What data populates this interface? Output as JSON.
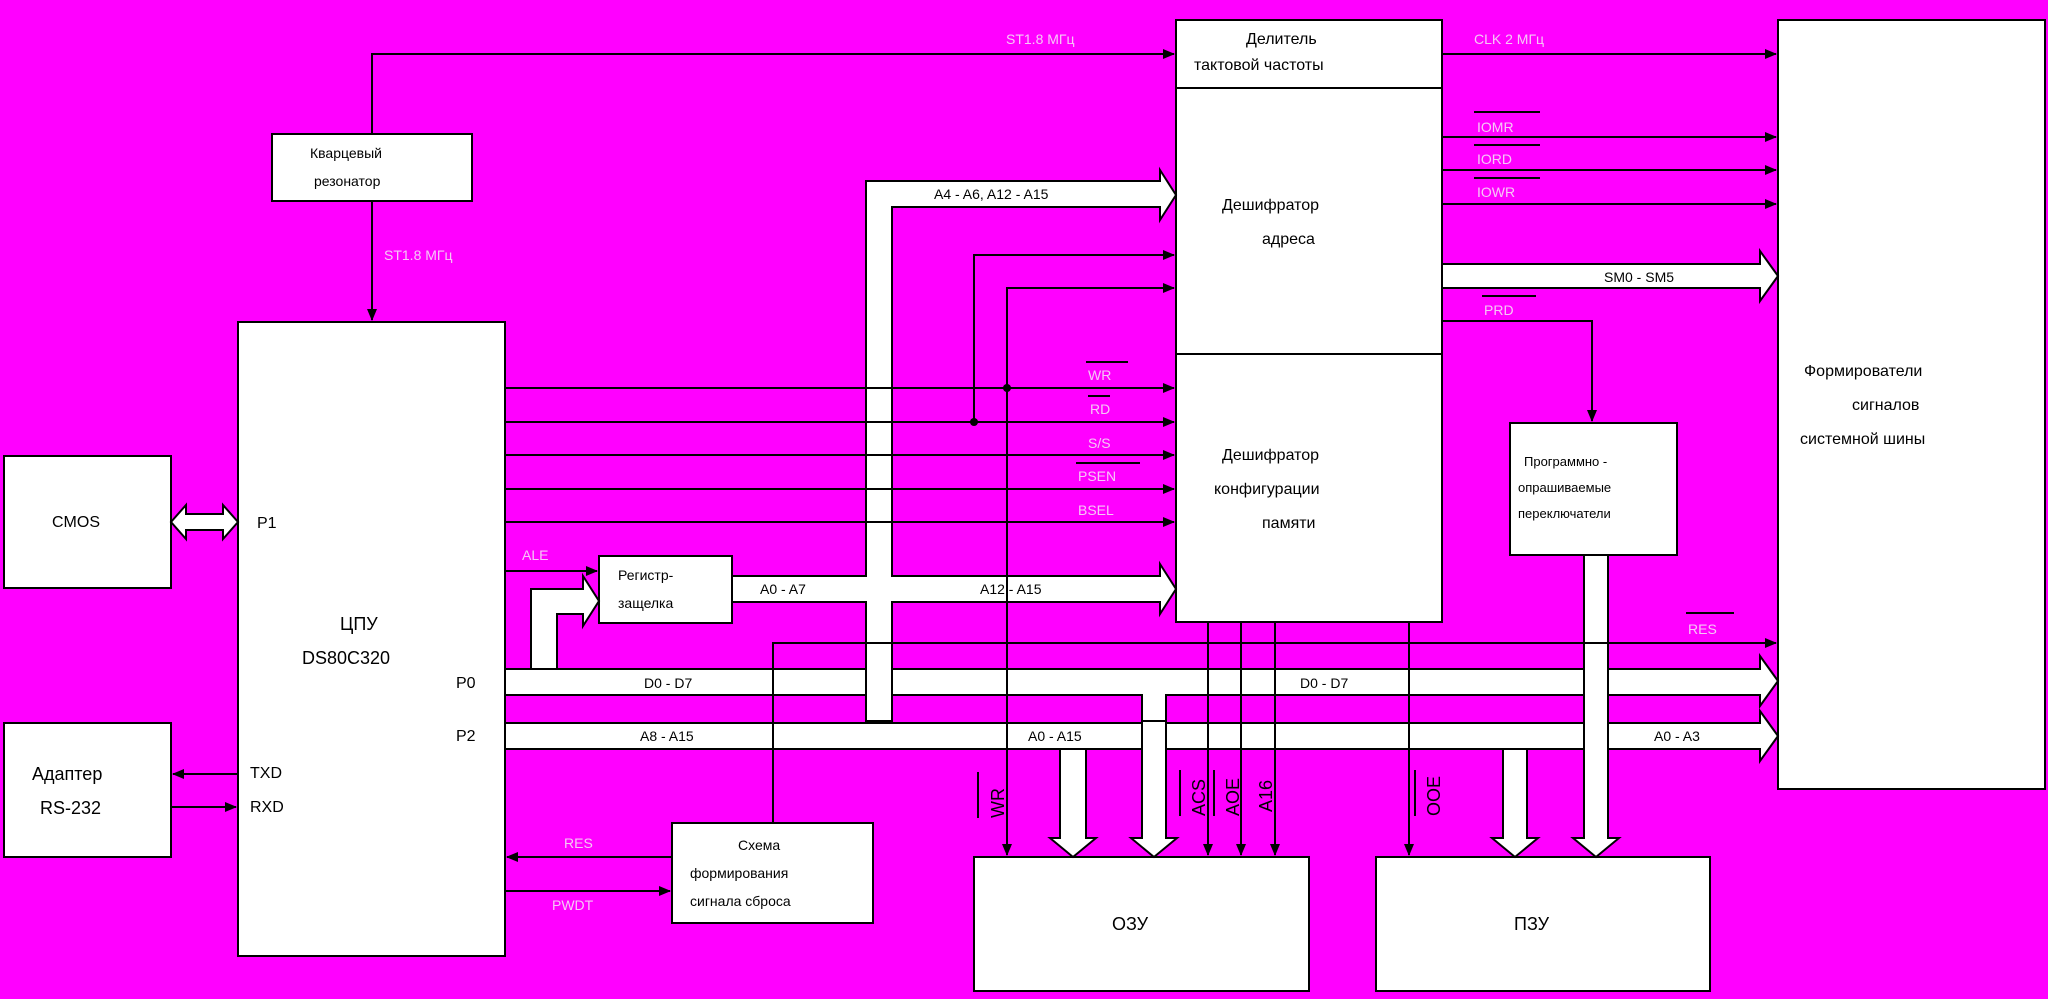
{
  "colors": {
    "background": "#ff00ff",
    "block_fill": "#ffffff",
    "stroke": "#000000",
    "pale_text": "#f6c8f6"
  },
  "blocks": {
    "cmos": {
      "label": "CMOS"
    },
    "adapter": {
      "line1": "Адаптер",
      "line2": "RS-232"
    },
    "cpu": {
      "line1": "ЦПУ",
      "line2": "DS80C320",
      "p1": "P1",
      "p0": "P0",
      "p2": "P2",
      "txd": "TXD",
      "rxd": "RXD"
    },
    "quartz": {
      "line1": "Кварцевый",
      "line2": "резонатор"
    },
    "register": {
      "line1": "Регистр-",
      "line2": "защелка"
    },
    "reset": {
      "line1": "Схема",
      "line2": "формирования",
      "line3": "сигнала сброса"
    },
    "divider": {
      "line1": "Делитель",
      "line2": "тактовой частоты"
    },
    "addr_decoder": {
      "line1": "Дешифратор",
      "line2": "адреса"
    },
    "cfg_decoder": {
      "line1": "Дешифратор",
      "line2": "конфигурации",
      "line3": "памяти"
    },
    "switches": {
      "line1": "Программно -",
      "line2": "опрашиваемые",
      "line3": "переключатели"
    },
    "bus_drivers": {
      "line1": "Формирователи",
      "line2": "сигналов",
      "line3": "системной шины"
    },
    "ram": {
      "label": "ОЗУ"
    },
    "rom": {
      "label": "ПЗУ"
    }
  },
  "signals": {
    "clk_in": "ST1.8 МГц",
    "clk_cpu": "ST1.8 МГц",
    "clk_out": "CLK 2 МГц",
    "iomr": "IOMR",
    "iord": "IORD",
    "iowr": "IOWR",
    "sm": "SM0 - SM5",
    "prd": "PRD",
    "wr": "WR",
    "rd": "RD",
    "sig_s": "S/S",
    "psen": "PSEN",
    "bsel": "BSEL",
    "ale": "ALE",
    "a0_a7": "A0 - A7",
    "a4_a15": "A4 - A6, A12 - A15",
    "a12_a15": "A12 - A15",
    "res": "RES",
    "d0_d7_left": "D0 - D7",
    "d0_d7_right": "D0 - D7",
    "a8_a15": "A8 - A15",
    "a0_a15": "A0 - A15",
    "a0_a3": "A0 - A3",
    "ram_wr": "WR",
    "ram_acs": "ACS",
    "ram_aoe": "AOE",
    "ram_a16": "A16",
    "rom_ooe": "OOE",
    "reset_res": "RES",
    "reset_pwdt": "PWDT"
  }
}
